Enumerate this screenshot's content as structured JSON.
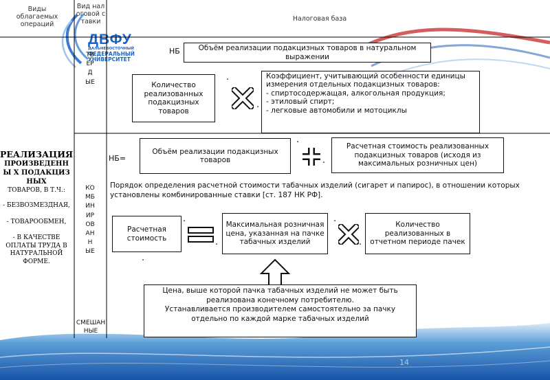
{
  "logo": {
    "abbr": "ДВФУ",
    "line1": "ДАЛЬНЕВОСТОЧНЫЙ",
    "line2": "ФЕДЕРАЛЬНЫЙ",
    "line3": "УНИВЕРСИТЕТ"
  },
  "headers": {
    "col1": "Виды облагаемых операций",
    "col2": "Вид налоговой ставки",
    "col3": "Налоговая база"
  },
  "left": {
    "title1": "РЕАЛИЗАЦИЯ",
    "title2": "ПРОИЗВЕДЕННЫ Х ПОДАКЦИЗНЫХ",
    "title3": "ТОВАРОВ, В Т.Ч.:",
    "item1": "- БЕЗВОЗМЕЗДНАЯ,",
    "item2": "- ТОВАРООБМЕН,",
    "item3": "- В КАЧЕСТВЕ ОПЛАТЫ ТРУДА В НАТУРАЛЬНОЙ ФОРМЕ."
  },
  "fixed": {
    "vertical": "ТВЕРДЫЕ",
    "nb": "НБ",
    "volume": "Объём реализации подакцизных товаров в натуральном выражении",
    "quantity": "Количество реализованных подакцизных товаров",
    "coef_title": "Коэффициент, учитывающий особенности единицы измерения отдельных подакцизных товаров:",
    "coef_item1": "- спиртосодержащая, алкогольная продукция;",
    "coef_item2": "- этиловый спирт;",
    "coef_item3": "- легковые автомобили и мотоциклы"
  },
  "combined": {
    "vertical": "КОМБИНИРОВАННЫЕ",
    "vertical2": "СМЕШАННЫЕ",
    "nb": "НБ=",
    "volume": "Объём реализации подакцизных товаров",
    "estimated_cost": "Расчетная стоимость реализованных подакцизных товаров (исходя из максимальных розничных цен)",
    "procedure": "Порядок определения расчетной стоимости табачных изделий (сигарет и папирос), в отношении которых установлены комбинированные ставки [ст. 187 НК РФ].",
    "calc_cost": "Расчетная стоимость",
    "max_price": "Максимальная розничная цена, указанная на пачке табачных изделий",
    "packs": "Количество реализованных в отчетном периоде пачек",
    "note_line1": "Цена, выше которой пачка табачных изделий не может быть реализована конечному потребителю.",
    "note_line2": "Устанавливается производителем самостоятельно за пачку отдельно по каждой марке табачных изделий"
  },
  "page_number": "14",
  "colors": {
    "wave_red": "#c62828",
    "wave_blue": "#1e5bb8",
    "logo_blue": "#1b64c8",
    "footer_blue": "#1c63b7"
  }
}
